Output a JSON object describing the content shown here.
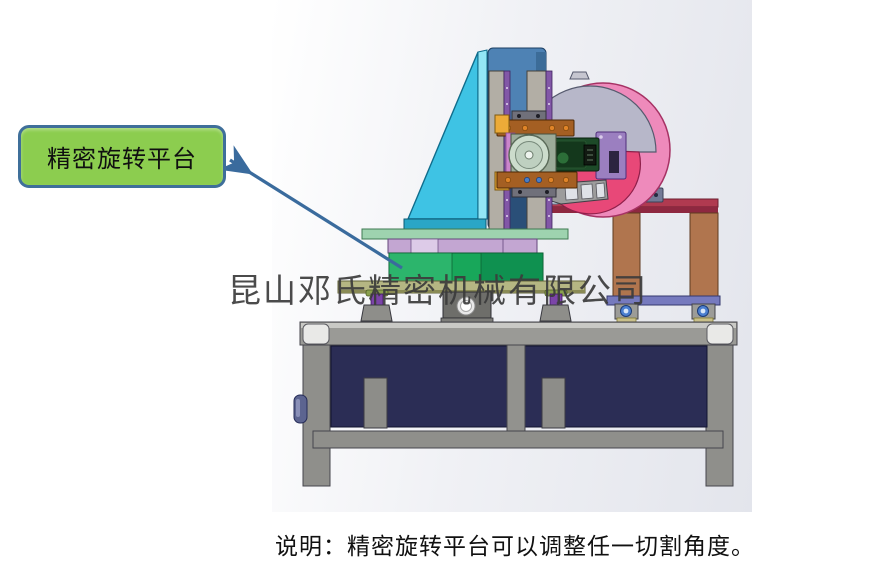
{
  "figure": {
    "callout": {
      "label": "精密旋转平台"
    },
    "watermark": {
      "text": "昆山邓氏精密机械有限公司"
    },
    "caption": {
      "text": "说明：精密旋转平台可以调整任一切割角度。"
    },
    "colors": {
      "callout_fill": "#8ccd4f",
      "callout_border": "#3f6f9a",
      "arrow": "#3a6b9d",
      "watermark_text": "#3c3c3c",
      "caption_text": "#111111",
      "gusset_cyan": "#3ec3e4",
      "gusset_edge_cyan": "#93e6f5",
      "column_blue": "#4e82b4",
      "rail_purple": "#8257a7",
      "rail_gray": "#b2aea5",
      "carriage_brown": "#a45f23",
      "pad_yellow": "#ecab38",
      "flange_mint": "#ccdccc",
      "motor_green": "#1d4a28",
      "bracket_purple": "#9b7fc0",
      "blade_pink": "#e84878",
      "blade_rim_pink": "#ee8abb",
      "guard_gray": "#b7b7c9",
      "platform_green": "#18a75a",
      "platform_lavender": "#c3a6d2",
      "base_mint": "#9ed3af",
      "base_olive": "#b5b683",
      "stand_brown": "#b0754e",
      "stand_top_red": "#b03a50",
      "stand_rail_blue": "#767abe",
      "panel_navy": "#2b2d55",
      "frame_gray": "#8f8f8b"
    }
  }
}
